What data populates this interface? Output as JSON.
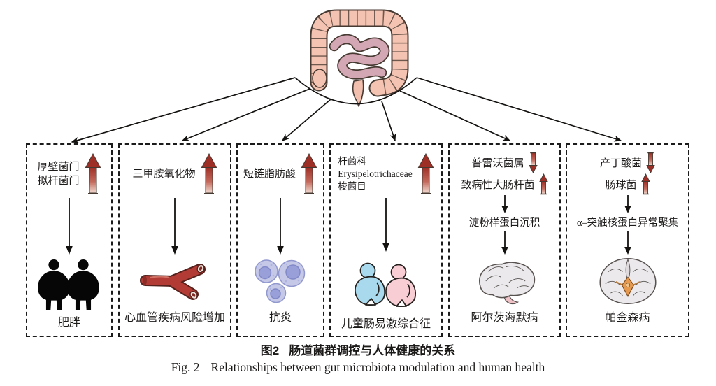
{
  "caption": {
    "zh_prefix": "图2",
    "zh_text": "肠道菌群调控与人体健康的关系",
    "en_prefix": "Fig. 2",
    "en_text": "Relationships between gut microbiota modulation and human health"
  },
  "colors": {
    "increase_decrease_arrow": "#9e2f27",
    "arrow_fade": "#f2ddd3",
    "box_border": "#1b1b1b",
    "vessel_red": "#b23c35",
    "cell_lavender": "#c5c8e6",
    "child_blue": "#a8d9ec",
    "child_pink": "#f8cdd3",
    "brain_gray": "#ebe9eb",
    "parkinson_center_orange": "#e59a50",
    "colon_salmon": "#f4c3b1",
    "intestine_mauve": "#d4a7b5"
  },
  "boxes": [
    {
      "factors": [
        "厚壁菌门",
        "拟杆菌门"
      ],
      "trend": "up",
      "outcome": "肥胖"
    },
    {
      "factors": [
        "三甲胺氧化物"
      ],
      "trend": "up",
      "outcome": "心血管疾病风险增加"
    },
    {
      "factors": [
        "短链脂肪酸"
      ],
      "trend": "up",
      "outcome": "抗炎"
    },
    {
      "factors": [
        "杆菌科",
        "Erysipelotrichaceae",
        "梭菌目"
      ],
      "trend": "up",
      "outcome": "儿童肠易激综合征"
    },
    {
      "factors": [
        {
          "label": "普雷沃菌属",
          "trend": "down"
        },
        {
          "label": "致病性大肠杆菌",
          "trend": "up"
        }
      ],
      "mechanism": "淀粉样蛋白沉积",
      "outcome": "阿尔茨海默病"
    },
    {
      "factors": [
        {
          "label": "产丁酸菌",
          "trend": "down"
        },
        {
          "label": "肠球菌",
          "trend": "up"
        }
      ],
      "mechanism": "α–突触核蛋白异常聚集",
      "outcome": "帕金森病"
    }
  ]
}
